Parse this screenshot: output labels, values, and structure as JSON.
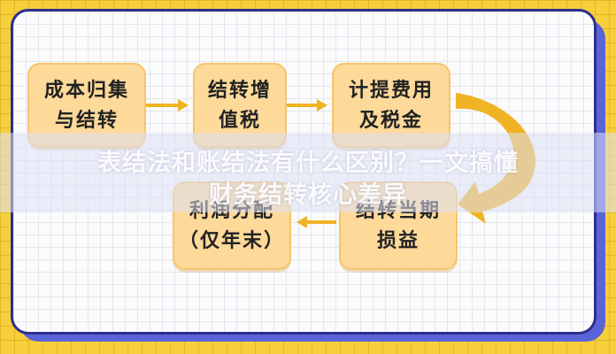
{
  "diagram": {
    "nodes": [
      {
        "id": "cost-collection",
        "lines": [
          "成本归集",
          "与结转"
        ]
      },
      {
        "id": "vat-transfer",
        "lines": [
          "结转增",
          "值税"
        ]
      },
      {
        "id": "accrue-fees",
        "lines": [
          "计提费用",
          "及税金"
        ]
      },
      {
        "id": "current-pl",
        "lines": [
          "结转当期",
          "损益"
        ]
      },
      {
        "id": "profit-distribution",
        "lines": [
          "利润分配",
          "（仅年末）"
        ]
      }
    ],
    "edges": [
      {
        "from": "cost-collection",
        "to": "vat-transfer"
      },
      {
        "from": "vat-transfer",
        "to": "accrue-fees"
      },
      {
        "from": "accrue-fees",
        "to": "current-pl"
      },
      {
        "from": "current-pl",
        "to": "profit-distribution"
      }
    ],
    "colors": {
      "node_fill": "#fdd99a",
      "arrow": "#f0b324",
      "board_border": "#2b2f8e",
      "background": "#f7cf3a"
    }
  },
  "overlay": {
    "line1": "表结法和账结法有什么区别？一文搞懂",
    "line2": "财务结转核心差异"
  }
}
